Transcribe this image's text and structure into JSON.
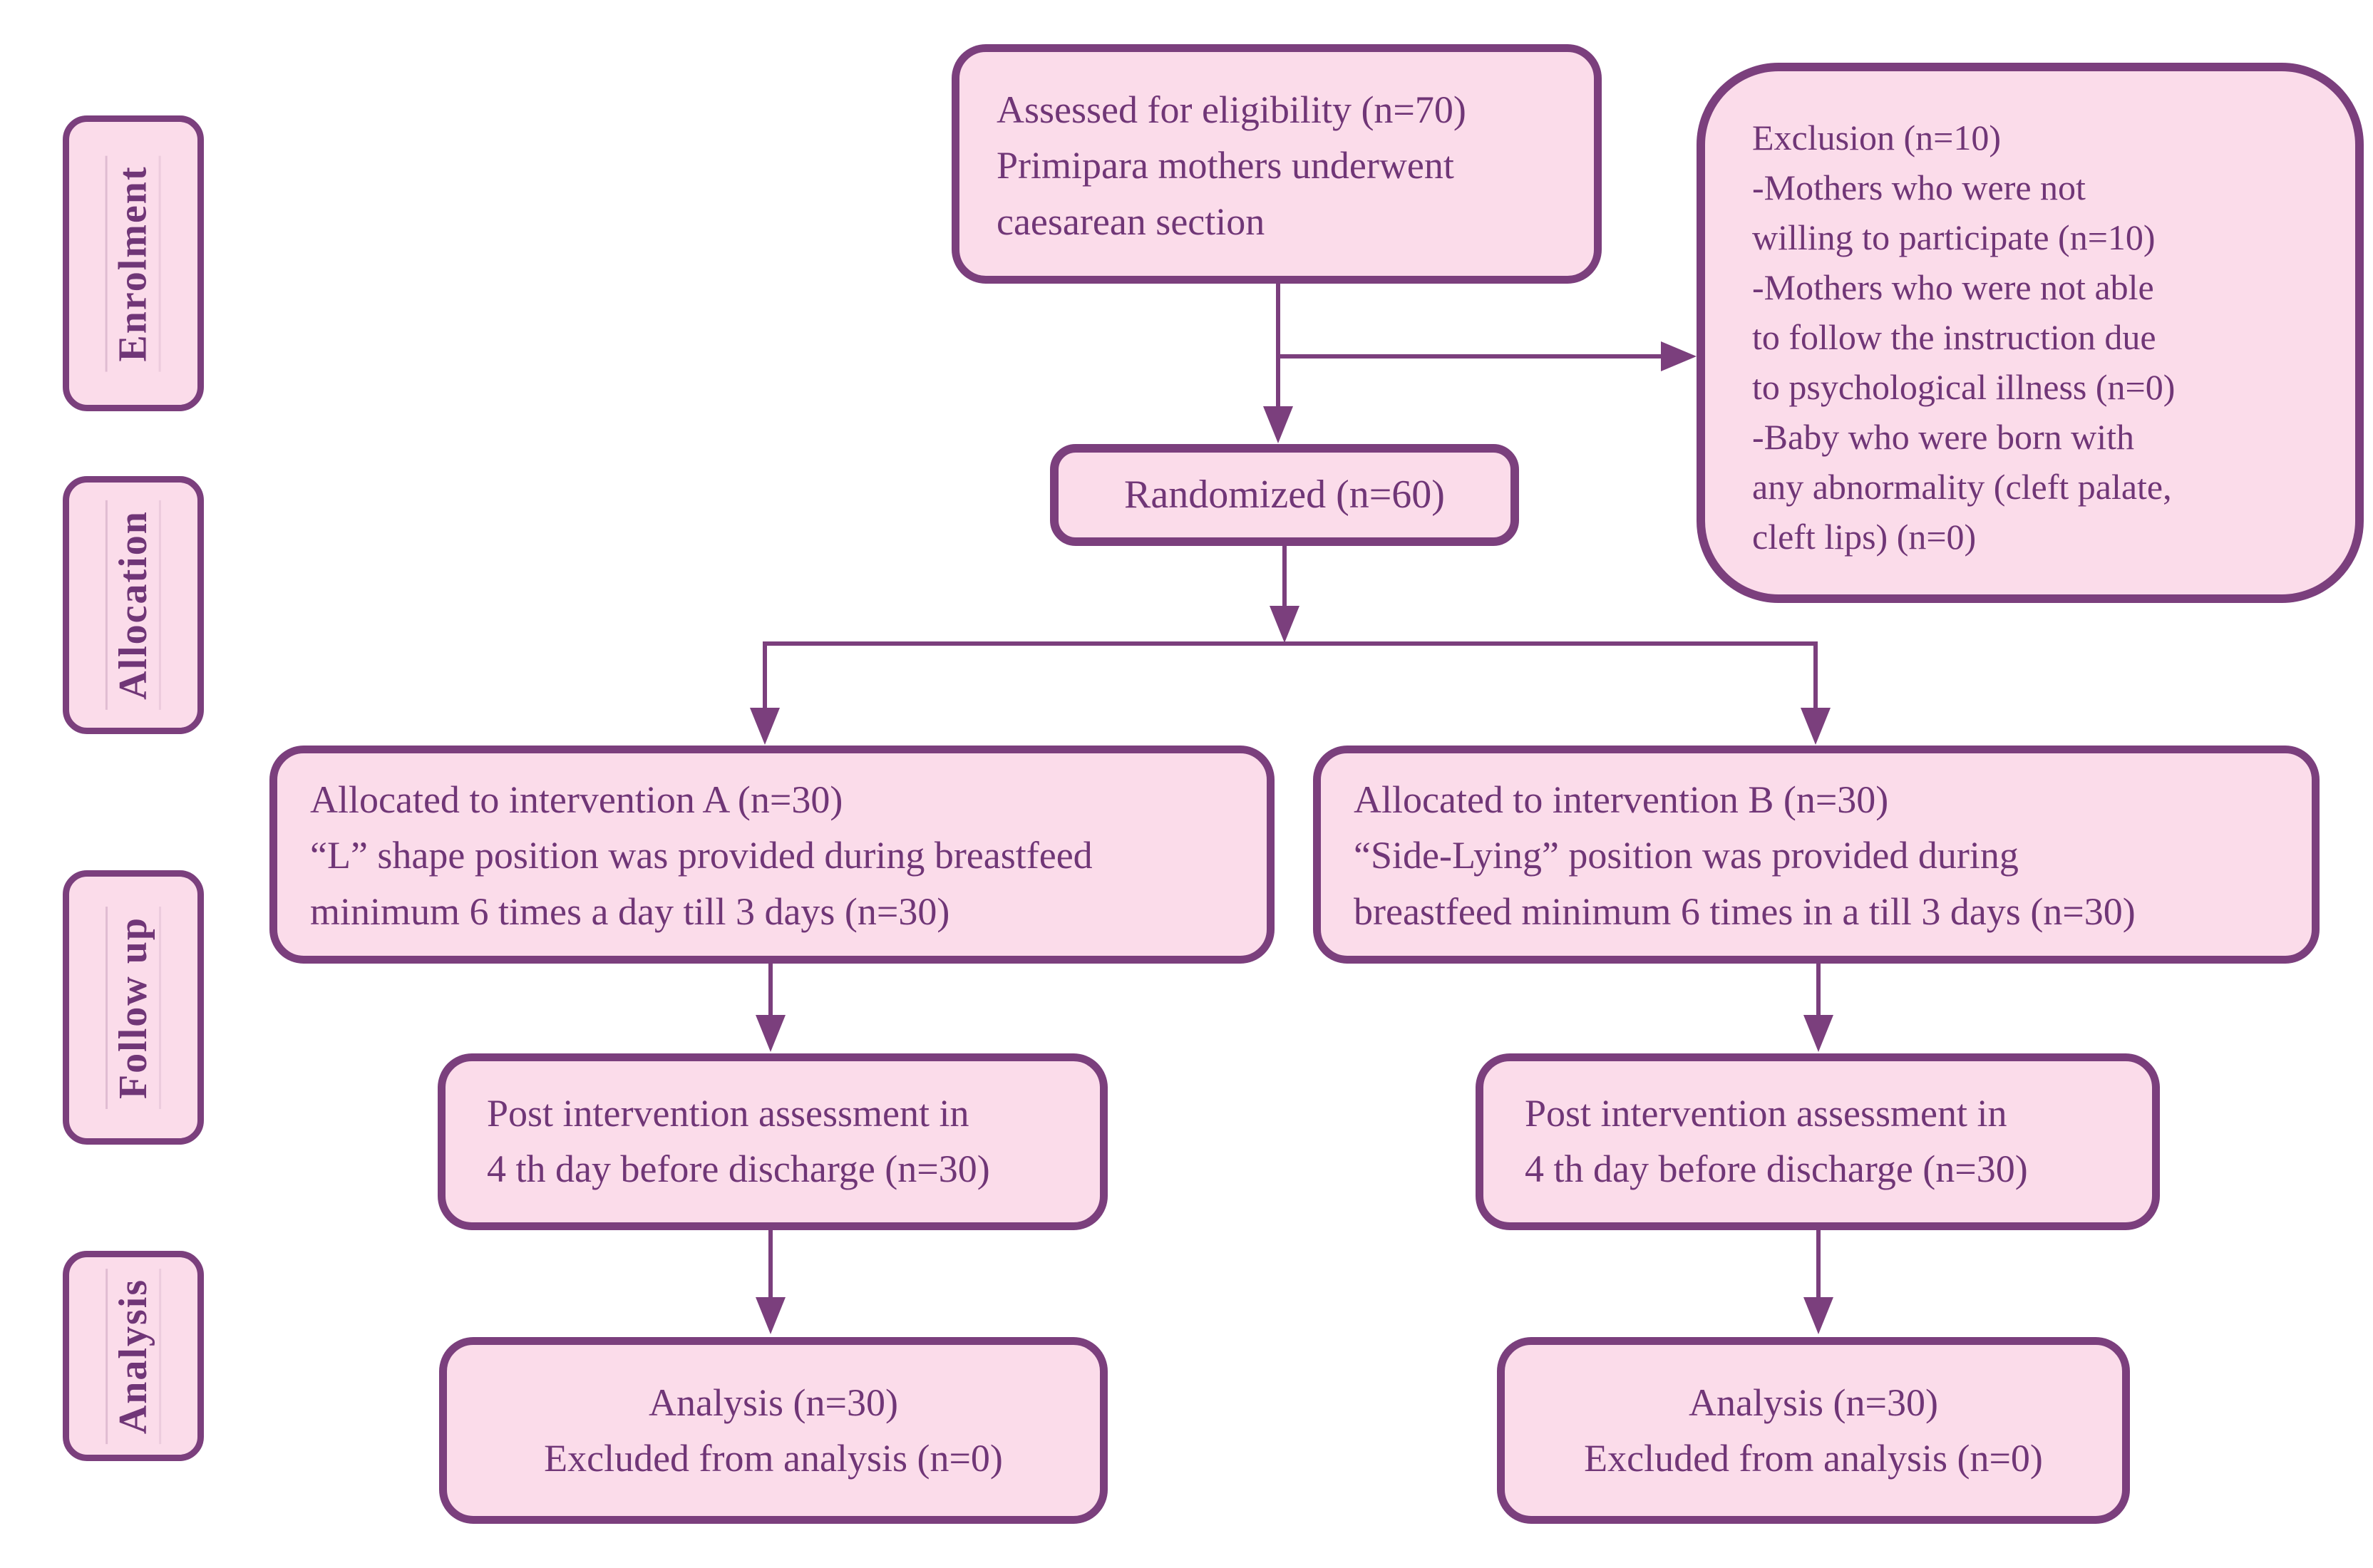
{
  "colors": {
    "box_fill": "#fbdcea",
    "box_border": "#7b3f7d",
    "text": "#703677",
    "connector": "#7b3f7d"
  },
  "sidebar": {
    "items": [
      {
        "label": "Enrolment"
      },
      {
        "label": "Allocation"
      },
      {
        "label": "Follow up"
      },
      {
        "label": "Analysis"
      }
    ]
  },
  "boxes": {
    "assessed": {
      "lines": [
        "Assessed for eligibility (n=70)",
        "Primipara mothers underwent",
        "caesarean section"
      ]
    },
    "exclusion": {
      "lines": [
        "Exclusion (n=10)",
        "-Mothers who were not",
        "willing to participate (n=10)",
        "-Mothers who were not able",
        "to follow the instruction due",
        "to psychological illness (n=0)",
        "-Baby who were born with",
        "any abnormality (cleft palate,",
        "cleft lips) (n=0)"
      ]
    },
    "randomized": {
      "lines": [
        "Randomized (n=60)"
      ]
    },
    "alloc_a": {
      "lines": [
        "Allocated to intervention A (n=30)",
        "“L” shape position was provided during breastfeed",
        "minimum 6 times a day till 3 days (n=30)"
      ]
    },
    "alloc_b": {
      "lines": [
        "Allocated to intervention B (n=30)",
        "“Side-Lying” position was provided during",
        "breastfeed minimum 6 times in a till 3 days (n=30)"
      ]
    },
    "follow_a": {
      "lines": [
        "Post intervention assessment in",
        "4 th day before discharge (n=30)"
      ]
    },
    "follow_b": {
      "lines": [
        "Post intervention assessment in",
        "4 th day before discharge (n=30)"
      ]
    },
    "analysis_a": {
      "lines": [
        "Analysis (n=30)",
        "Excluded from analysis (n=0)"
      ]
    },
    "analysis_b": {
      "lines": [
        "Analysis (n=30)",
        "Excluded from analysis (n=0)"
      ]
    }
  }
}
